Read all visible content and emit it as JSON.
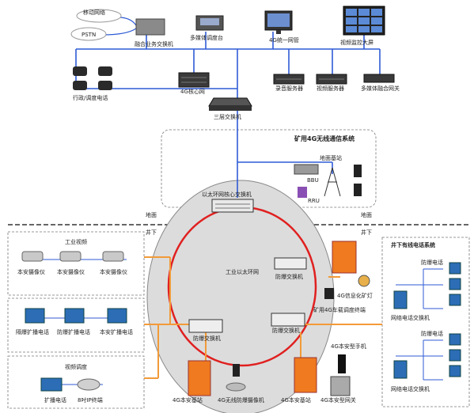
{
  "colors": {
    "eth_line": "#2f5bd6",
    "orange_line": "#f29a38",
    "ring_red": "#e02020",
    "ellipse_fill": "#dcdcdc",
    "device_dark": "#3a3a3a",
    "orange_cabinet": "#ef7a1f",
    "camera_silver": "#c9c9c9",
    "blue_phone": "#2c6db6"
  },
  "surface": {
    "mobile_network": "移动网络",
    "pstn": "PSTN",
    "fusion_switch": "融合业务交换机",
    "multimedia_console": "多媒体调度台",
    "gateway_4g": "4G统一网管",
    "video_wall": "视频监控大屏",
    "office_phones": "行政/调度电话",
    "core_4g": "4G核心网",
    "recording_server": "录音服务器",
    "video_server": "视频服务器",
    "multimedia_gateway": "多媒体融合网关",
    "l3_switch": "三层交换机"
  },
  "system": {
    "title": "矿用4G无线通信系统",
    "bbu_station": "地面基站",
    "bbu": "BBU",
    "rru": "RRU"
  },
  "ring": {
    "core_switch": "以太环网核心交换机",
    "ring_label": "工业以太环网",
    "explosion_switch_1": "防爆交换机",
    "explosion_switch_2": "防爆交换机",
    "explosion_switch_3": "防爆交换机",
    "lamp": "4G信息化矿灯",
    "vehicle_terminal": "矿用4G车载调度终端",
    "handset": "4G本安型手机",
    "base_station_1": "4G本安基站",
    "base_station_2": "4G本安基站",
    "wireless_camera": "4G无线防爆摄像机",
    "cpe": "4G本安型网关"
  },
  "boundary": {
    "ground_left": "地面",
    "underground_left": "井下",
    "ground_right": "地面",
    "underground_right": "井下"
  },
  "left": {
    "industrial_video": "工业视频",
    "cam_labels": [
      "本安摄像仪",
      "本安摄像仪",
      "本安摄像仪"
    ],
    "phone_labels": [
      "隔爆扩播电话",
      "防爆扩播电话",
      "本安扩播电话"
    ],
    "video_dispatch": "视频调度",
    "video_phone": "扩播电话",
    "dispatch_pad": "8吋IP终端"
  },
  "right": {
    "title": "井下有线电话系统",
    "phone_top": "防爆电话",
    "exchange_top": "网络电话交换机",
    "phone_bottom": "防爆电话",
    "exchange_bottom": "网络电话交换机"
  }
}
